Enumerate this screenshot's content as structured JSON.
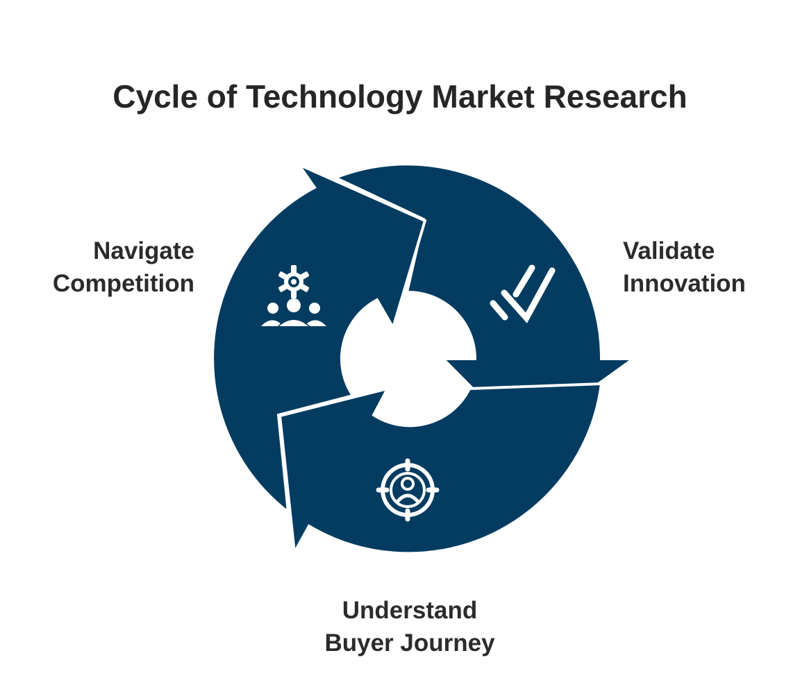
{
  "title": "Cycle of Technology Market Research",
  "colors": {
    "segment": "#033c60",
    "background": "#ffffff",
    "text": "#262626"
  },
  "segments": [
    {
      "id": "navigate",
      "line1": "Navigate",
      "line2": "Competition",
      "icon": "team-gear-icon"
    },
    {
      "id": "validate",
      "line1": "Validate",
      "line2": "Innovation",
      "icon": "double-check-icon"
    },
    {
      "id": "buyer",
      "line1": "Understand",
      "line2": "Buyer Journey",
      "icon": "target-user-icon"
    }
  ]
}
